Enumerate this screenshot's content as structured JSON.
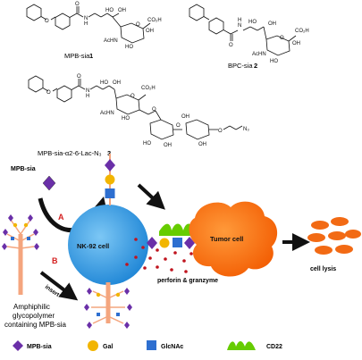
{
  "compounds": {
    "mpb_sia": {
      "name": "MPB-sia",
      "number": "1"
    },
    "bpc_sia": {
      "name": "BPC-sia",
      "number": "2"
    },
    "mpb_lac": {
      "name": "MPB-sia-α2-6-Lac-N₃",
      "number": "3"
    }
  },
  "atoms": {
    "O": "O",
    "H": "H",
    "N": "N",
    "HO": "HO",
    "OH": "OH",
    "CO2H": "CO₂H",
    "AcHN": "AcHN",
    "N3": "N₃"
  },
  "labels": {
    "mpb_sia": "MPB-sia",
    "path_a": "A",
    "path_b": "B",
    "insert": "insert",
    "nk_cell": "NK-92 cell",
    "tumor_cell": "Tumor cell",
    "perforin": "perforin & granzyme",
    "cell_lysis": "cell lysis",
    "polymer_line1": "Amphiphilic",
    "polymer_line2": "glycopolymer",
    "polymer_line3": "containing MPB-sia"
  },
  "legend": [
    {
      "label": "MPB-sia",
      "icon": "purple-diamond"
    },
    {
      "label": "Gal",
      "icon": "yellow-circle"
    },
    {
      "label": "GlcNAc",
      "icon": "blue-square"
    },
    {
      "label": "CD22",
      "icon": "green-receptor"
    }
  ],
  "colors": {
    "mpb_sia": "#6a2fa8",
    "gal": "#f2b500",
    "glcnac": "#2e6fd0",
    "cd22": "#66cc00",
    "nk_cell": "#2f9be3",
    "tumor_cell": "#ff6a00",
    "lysis": "#f26a14",
    "granule": "#c0141e",
    "path_label": "#d42020",
    "polymer": "#f4a57e"
  }
}
